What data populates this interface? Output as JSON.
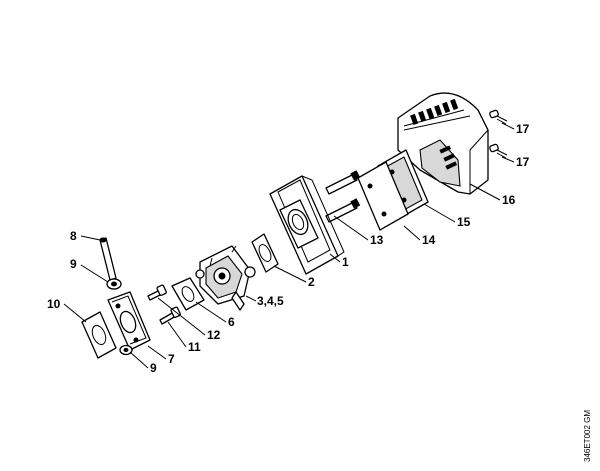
{
  "part_labels": {
    "p1": "1",
    "p2": "2",
    "p345": "3,4,5",
    "p6": "6",
    "p7": "7",
    "p8": "8",
    "p9a": "9",
    "p9b": "9",
    "p10": "10",
    "p11": "11",
    "p12": "12",
    "p13": "13",
    "p14": "14",
    "p15": "15",
    "p16": "16",
    "p17a": "17",
    "p17b": "17"
  },
  "drawing_code": "346ET002 GM"
}
